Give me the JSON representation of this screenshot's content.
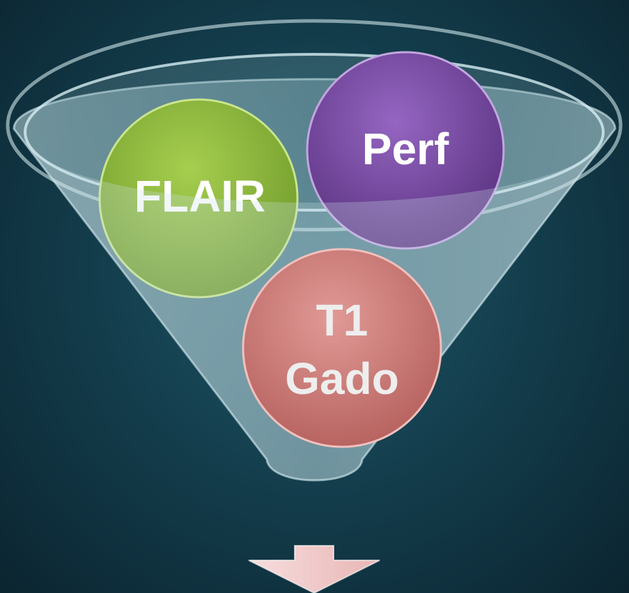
{
  "diagram": {
    "circles": [
      {
        "id": "flair",
        "label_lines": [
          "FLAIR"
        ],
        "color": "#8cba3a"
      },
      {
        "id": "perf",
        "label_lines": [
          "Perf"
        ],
        "color": "#7a4aa6"
      },
      {
        "id": "t1gado",
        "label_lines": [
          "T1",
          "Gado"
        ],
        "color": "#cf7b78"
      }
    ],
    "colors": {
      "background": "#143f4e",
      "funnel": "#9fc3cc",
      "arrow": "#f2c9c9",
      "label": "#ffffff",
      "label_t1": "#eeeeee"
    },
    "icons": {
      "funnel": "funnel-icon",
      "arrow": "down-arrow-icon"
    }
  }
}
